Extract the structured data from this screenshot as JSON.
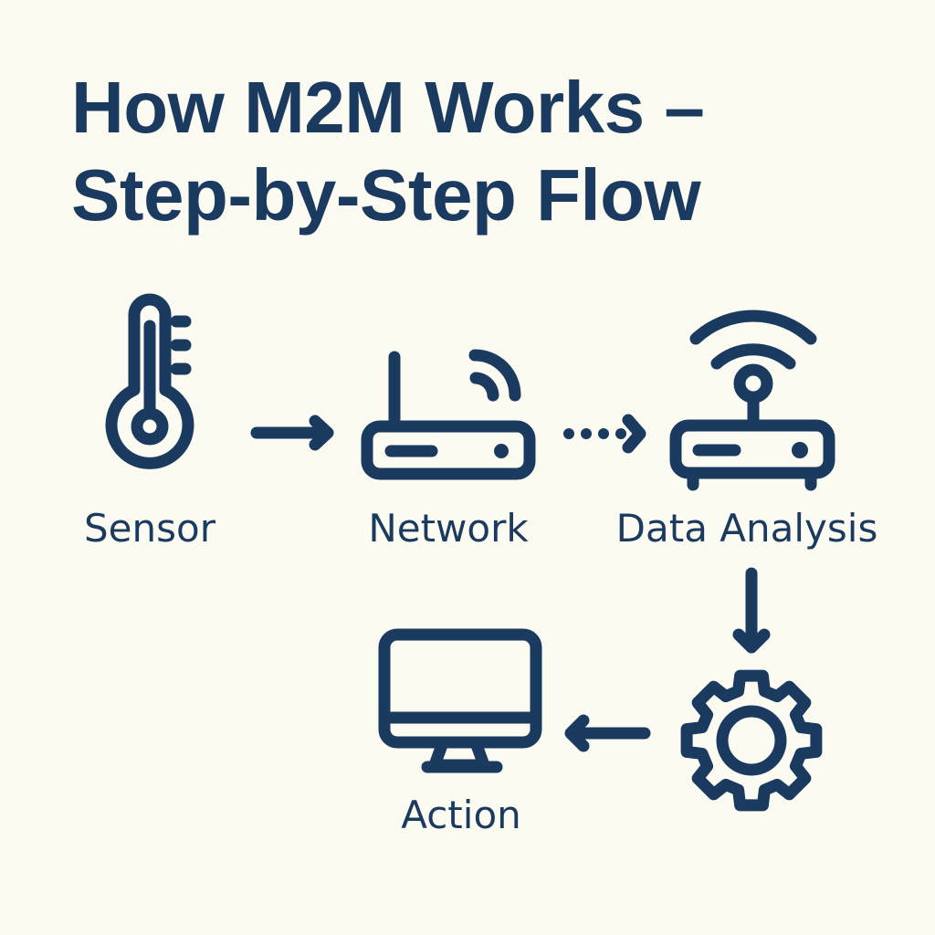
{
  "title": {
    "line1": "How M2M Works –",
    "line2": "Step-by-Step Flow"
  },
  "colors": {
    "background": "#fcfbf2",
    "primary": "#1b3a5f"
  },
  "steps": [
    {
      "label": "Sensor",
      "icon": "thermometer-icon"
    },
    {
      "label": "Network",
      "icon": "router-icon"
    },
    {
      "label": "Data Analysis",
      "icon": "wireless-gateway-icon"
    },
    {
      "label": "",
      "icon": "gear-icon"
    },
    {
      "label": "Action",
      "icon": "monitor-icon"
    }
  ],
  "connectors": [
    {
      "from": "Sensor",
      "to": "Network",
      "style": "solid",
      "direction": "right"
    },
    {
      "from": "Network",
      "to": "Data Analysis",
      "style": "dotted",
      "direction": "right"
    },
    {
      "from": "Data Analysis",
      "to": "gear",
      "style": "solid",
      "direction": "down"
    },
    {
      "from": "gear",
      "to": "Action",
      "style": "solid",
      "direction": "left"
    }
  ]
}
